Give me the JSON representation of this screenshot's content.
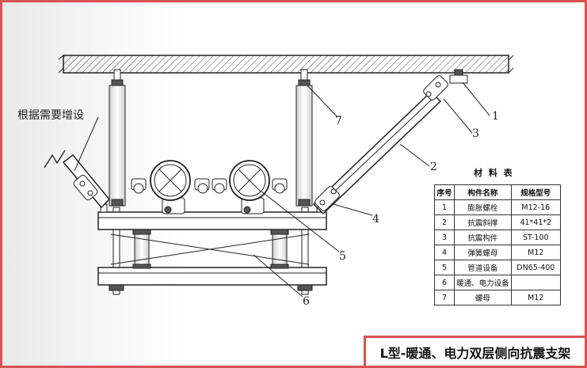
{
  "drawing": {
    "note": "根据需要增设",
    "callouts": [
      "1",
      "2",
      "3",
      "4",
      "5",
      "6",
      "7"
    ]
  },
  "bom": {
    "title": "材 料 表",
    "headers": [
      "序号",
      "构件名称",
      "规格型号"
    ],
    "rows": [
      [
        "1",
        "膨胀螺栓",
        "M12-16"
      ],
      [
        "2",
        "抗震斜撑",
        "41*41*2"
      ],
      [
        "3",
        "抗震构件",
        "ST-100"
      ],
      [
        "4",
        "弹簧螺母",
        "M12"
      ],
      [
        "5",
        "管道设备",
        "DN65-400"
      ],
      [
        "6",
        "暖通、电力设备",
        ""
      ],
      [
        "7",
        "螺母",
        "M12"
      ]
    ]
  },
  "caption": "L型-暖通、电力双层侧向抗震支架",
  "colors": {
    "frame": "#d9534f",
    "line": "#222222"
  }
}
